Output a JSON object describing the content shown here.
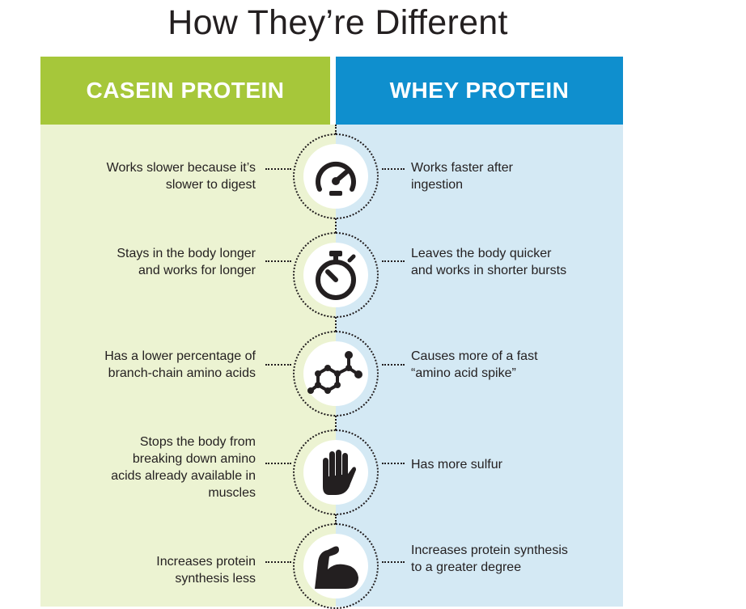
{
  "title": "How They’re Different",
  "colors": {
    "casein": "#a6c73a",
    "whey": "#0f8fce",
    "casein_bg": "#ecf3d2",
    "whey_bg": "#d4e9f4"
  },
  "columns": {
    "left_header": "CASEIN PROTEIN",
    "right_header": "WHEY PROTEIN"
  },
  "rows": [
    {
      "icon": "speedometer-icon",
      "casein": [
        "Works slower because it’s",
        "slower to digest"
      ],
      "whey": [
        "Works faster after",
        "ingestion"
      ]
    },
    {
      "icon": "stopwatch-icon",
      "casein": [
        "Stays in the body longer",
        "and works for longer"
      ],
      "whey": [
        "Leaves the body quicker",
        "and works in shorter bursts"
      ]
    },
    {
      "icon": "molecule-icon",
      "casein": [
        "Has a lower percentage of",
        "branch-chain amino acids"
      ],
      "whey": [
        "Causes more of a fast",
        "“amino acid spike”"
      ]
    },
    {
      "icon": "hand-icon",
      "casein": [
        "Stops the body from",
        "breaking down amino",
        "acids already available in",
        "muscles"
      ],
      "whey": [
        "Has more sulfur"
      ]
    },
    {
      "icon": "flexed-arm-icon",
      "casein": [
        "Increases protein",
        "synthesis less"
      ],
      "whey": [
        "Increases protein synthesis",
        "to a greater degree"
      ]
    }
  ]
}
